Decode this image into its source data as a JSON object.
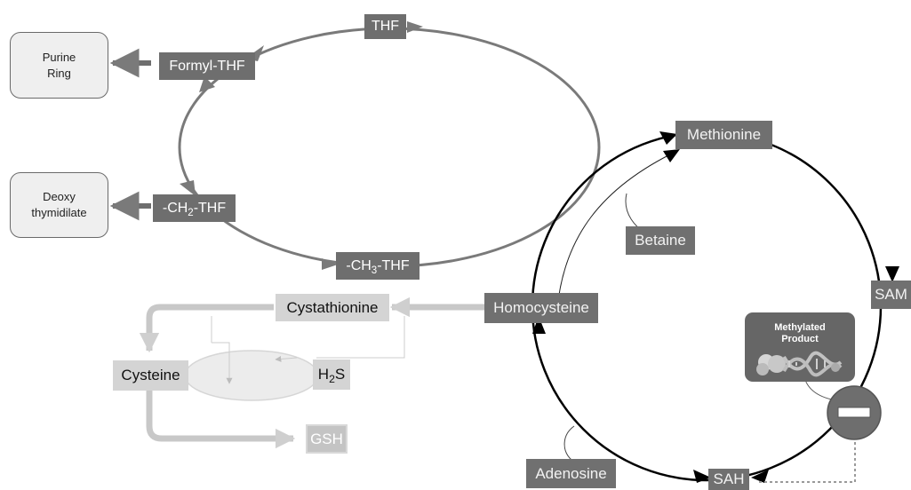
{
  "folate_cycle": {
    "thf": "THF",
    "formyl_thf": "Formyl-THF",
    "ch2_thf": [
      "-CH",
      "2",
      "-THF"
    ],
    "ch3_thf": [
      "-CH",
      "3",
      "-THF"
    ]
  },
  "outputs": {
    "purine_ring": [
      "Purine",
      "Ring"
    ],
    "deoxy_thymidilate": [
      "Deoxy",
      "thymidilate"
    ]
  },
  "methionine_cycle": {
    "methionine": "Methionine",
    "sam": "SAM",
    "sah": "SAH",
    "homocysteine": "Homocysteine",
    "betaine": "Betaine",
    "adenosine": "Adenosine",
    "methylated_product": [
      "Methylated",
      "Product"
    ]
  },
  "transsulfuration": {
    "cystathionine": "Cystathionine",
    "cysteine": "Cysteine",
    "h2s": [
      "H",
      "2",
      "S"
    ],
    "gsh": "GSH"
  },
  "colors": {
    "folate_cycle_line": "#7a7a7a",
    "methionine_cycle_line": "#000000",
    "transsulfuration_line": "#c8c8c8",
    "dark_label": "#6e6e6e",
    "light_label": "#d4d4d4"
  },
  "icons": {
    "inhibition": "minus-circle-icon",
    "dna": "dna-helix-icon"
  }
}
